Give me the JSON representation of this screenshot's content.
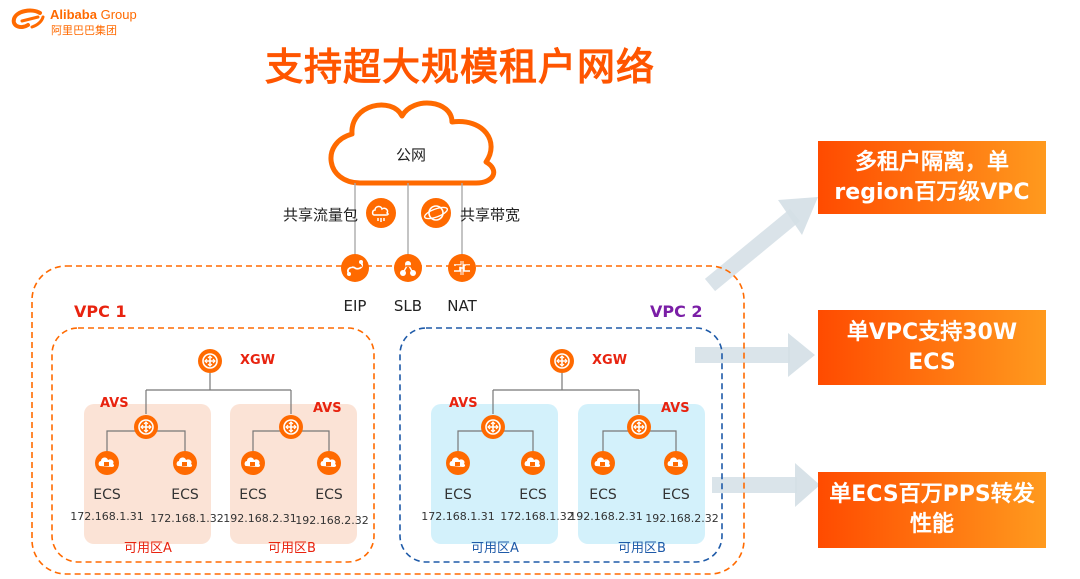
{
  "logo": {
    "en_brand": "Alibaba",
    "en_group": "Group",
    "cn": "阿里巴巴集团"
  },
  "title": "支持超大规模租户网络",
  "cloud_label": "公网",
  "shared_traffic": "共享流量包",
  "shared_bandwidth": "共享带宽",
  "gateways": [
    "EIP",
    "SLB",
    "NAT"
  ],
  "vpcs": [
    {
      "name": "VPC 1",
      "gateway": "XGW",
      "zones": [
        {
          "avs": "AVS",
          "zone": "可用区A",
          "hosts": [
            {
              "name": "ECS",
              "ip": "172.168.1.31"
            },
            {
              "name": "ECS",
              "ip": "172.168.1.32"
            }
          ]
        },
        {
          "avs": "AVS",
          "zone": "可用区B",
          "hosts": [
            {
              "name": "ECS",
              "ip": "192.168.2.31"
            },
            {
              "name": "ECS",
              "ip": "192.168.2.32"
            }
          ]
        }
      ]
    },
    {
      "name": "VPC 2",
      "gateway": "XGW",
      "zones": [
        {
          "avs": "AVS",
          "zone": "可用区A",
          "hosts": [
            {
              "name": "ECS",
              "ip": "172.168.1.31"
            },
            {
              "name": "ECS",
              "ip": "172.168.1.32"
            }
          ]
        },
        {
          "avs": "AVS",
          "zone": "可用区B",
          "hosts": [
            {
              "name": "ECS",
              "ip": "192.168.2.31"
            },
            {
              "name": "ECS",
              "ip": "192.168.2.32"
            }
          ]
        }
      ]
    }
  ],
  "callouts": [
    [
      "多租户隔离，单",
      "region百万级VPC"
    ],
    [
      "单VPC支持30W",
      "ECS"
    ],
    [
      "单ECS百万PPS转发",
      "性能"
    ]
  ],
  "colors": {
    "orange": "#ff6a00",
    "title": "#ff5500",
    "vpc1_label": "#e8230f",
    "vpc2_label": "#7a1ea6",
    "vpc2_border": "#1e5aa8",
    "zone_vpc1": "#fbe3d6",
    "zone_vpc2": "#d3f1fb",
    "arrow": "#c8d5dd"
  }
}
